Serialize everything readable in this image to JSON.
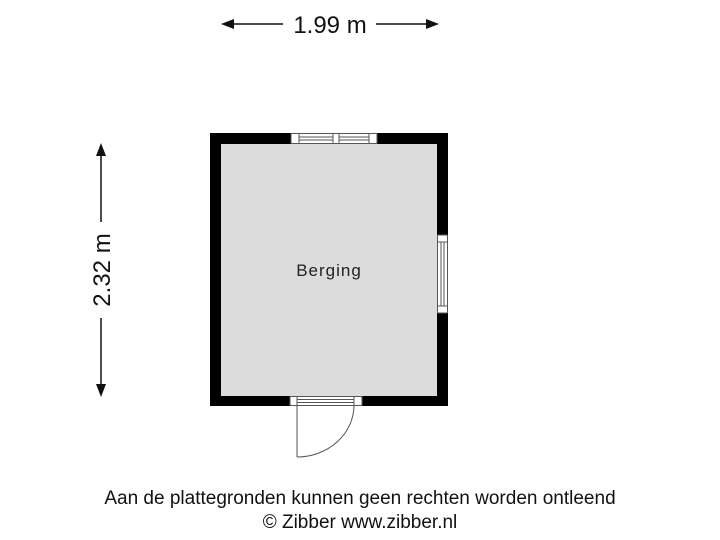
{
  "dimensions": {
    "width": {
      "label": "1.99 m"
    },
    "height": {
      "label": "2.32 m"
    }
  },
  "rooms": [
    {
      "name": "Berging"
    }
  ],
  "footer": {
    "disclaimer": "Aan de plattegronden kunnen geen rechten worden ontleend",
    "copyright": "© Zibber www.zibber.nl"
  },
  "colors": {
    "wall": "#000000",
    "floor": "#dcdcdc",
    "frame": "#555555",
    "background": "#ffffff"
  }
}
